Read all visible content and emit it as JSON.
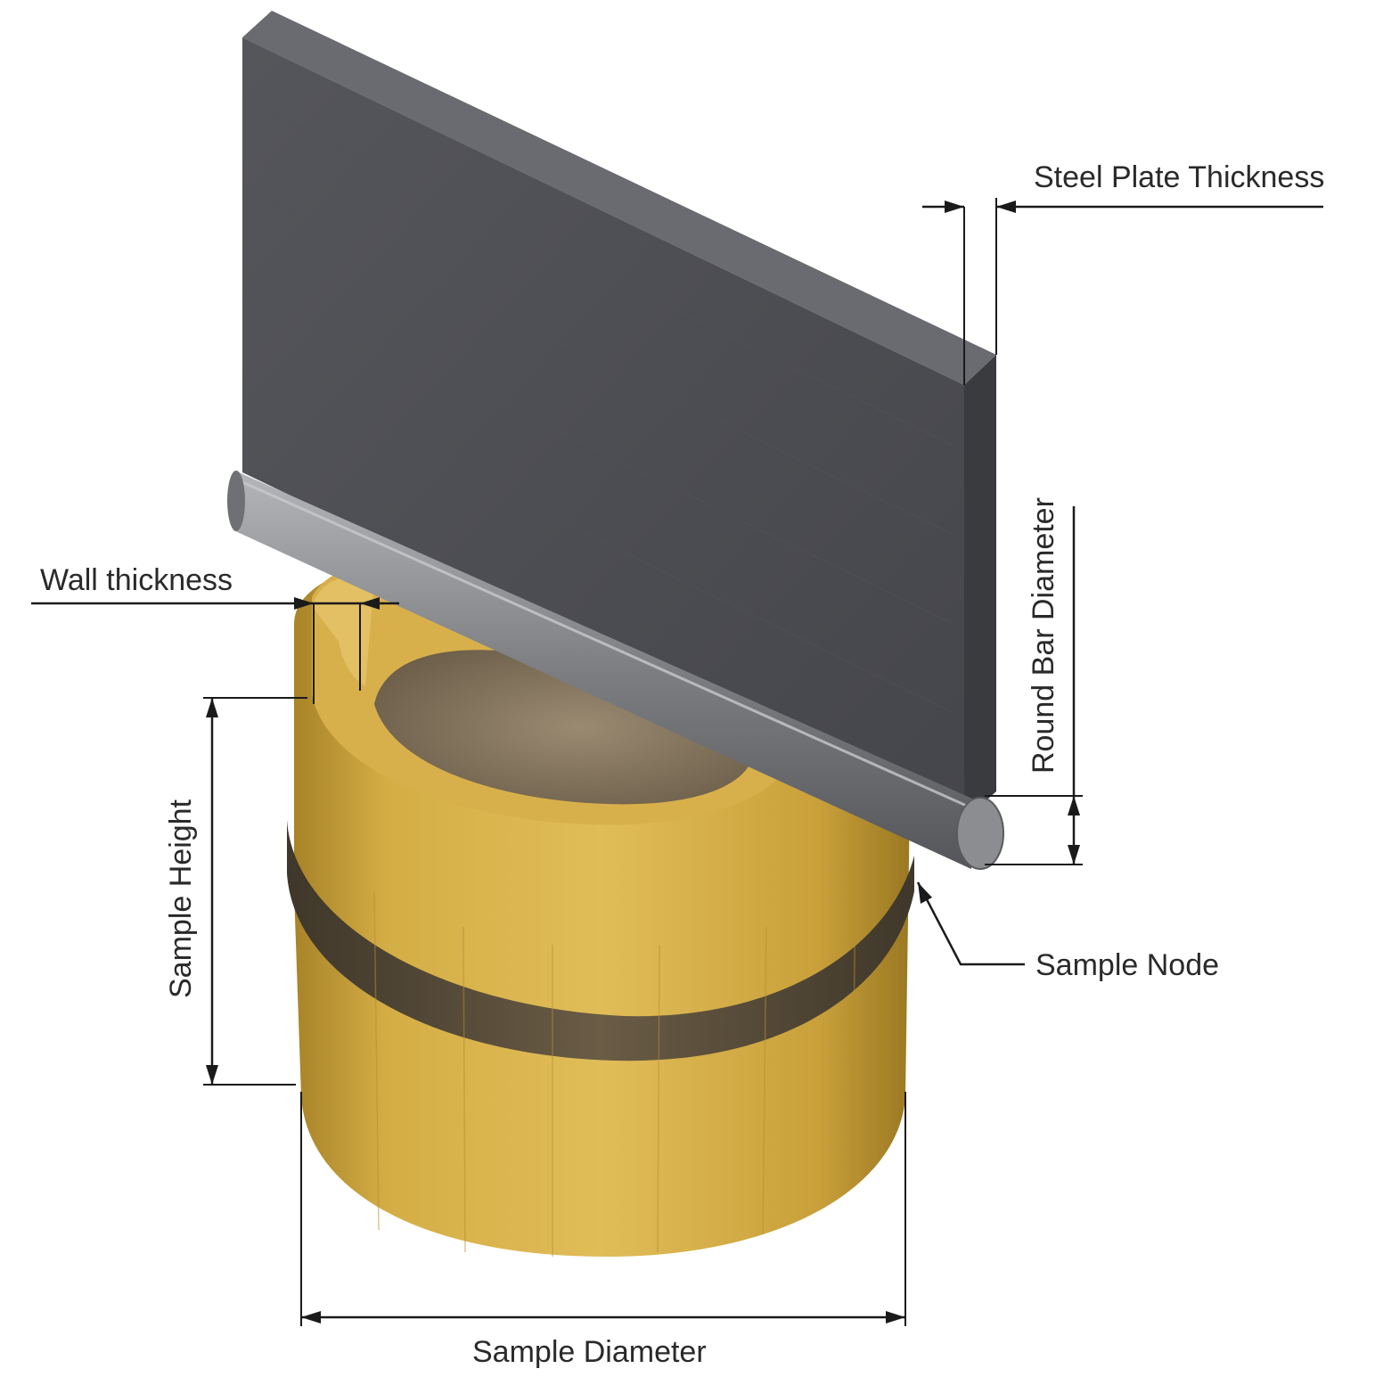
{
  "labels": {
    "steel_plate_thickness": "Steel Plate Thickness",
    "round_bar_diameter": "Round Bar Diameter",
    "wall_thickness": "Wall thickness",
    "sample_height": "Sample Height",
    "sample_node": "Sample Node",
    "sample_diameter": "Sample Diameter"
  },
  "colors": {
    "plate_face": "#4a4b50",
    "plate_top": "#5c5d62",
    "plate_side": "#3b3c40",
    "bar": "#8a8b8f",
    "wood_light": "#d9b24a",
    "wood_mid": "#c29a35",
    "wood_dark": "#9c7a25",
    "node_band": "#5a4e3a",
    "inner_fill": "#8a7a62"
  }
}
